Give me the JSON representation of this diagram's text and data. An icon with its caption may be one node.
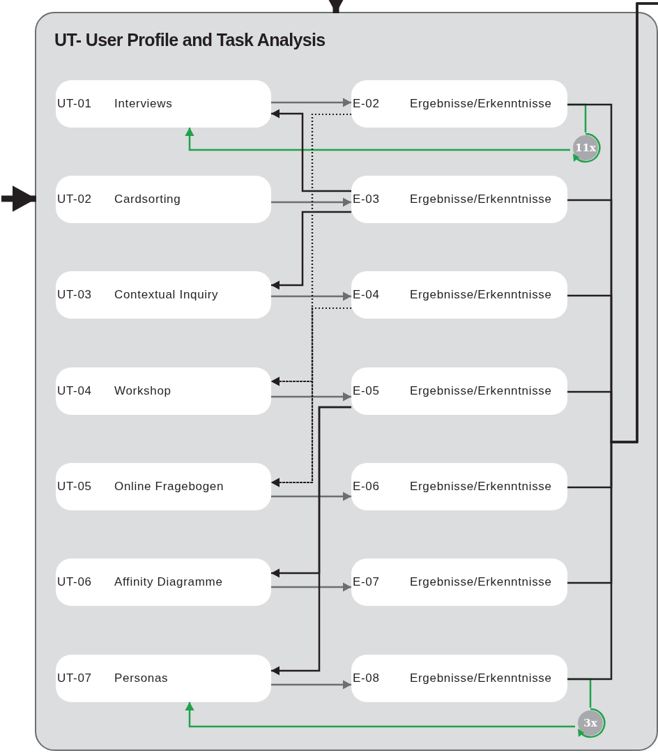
{
  "diagram": {
    "nodes": [
      {
        "text": [
          "UT- User Profile and Task Analysis"
        ]
      },
      {
        "text": [
          "UT-01",
          "Interviews"
        ],
        "in": 0
      },
      {
        "text": [
          "UT-02",
          "Cardsorting"
        ],
        "in": 0
      },
      {
        "text": [
          "UT-03",
          "Contextual Inquiry"
        ],
        "in": 0
      },
      {
        "text": [
          "UT-04",
          "Workshop"
        ],
        "in": 0
      },
      {
        "text": [
          "UT-05",
          "Online Fragebogen"
        ],
        "in": 0
      },
      {
        "text": [
          "UT-06",
          "Affinity Diagramme"
        ],
        "in": 0
      },
      {
        "text": [
          "UT-07",
          "Personas"
        ],
        "in": 0
      },
      {
        "text": [
          "E-02",
          "Ergebnisse/Erkenntnisse"
        ],
        "in": 0
      },
      {
        "text": [
          "E-03",
          "Ergebnisse/Erkenntnisse"
        ],
        "in": 0
      },
      {
        "text": [
          "E-04",
          "Ergebnisse/Erkenntnisse"
        ],
        "in": 0
      },
      {
        "text": [
          "E-05",
          "Ergebnisse/Erkenntnisse"
        ],
        "in": 0
      },
      {
        "text": [
          "E-06",
          "Ergebnisse/Erkenntnisse"
        ],
        "in": 0
      },
      {
        "text": [
          "E-07",
          "Ergebnisse/Erkenntnisse"
        ],
        "in": 0
      },
      {
        "text": [
          "E-08",
          "Ergebnisse/Erkenntnisse"
        ],
        "in": 0
      },
      {
        "text": [
          "11x"
        ],
        "in": 0
      },
      {
        "text": [
          "3x"
        ],
        "in": 0
      }
    ],
    "edges": [
      {
        "from": 1,
        "to": 8,
        "arrow": "to",
        "color": "#6d6e70"
      },
      {
        "from": 2,
        "to": 9,
        "arrow": "to",
        "color": "#6d6e70"
      },
      {
        "from": 3,
        "to": 10,
        "arrow": "to",
        "color": "#6d6e70"
      },
      {
        "from": 4,
        "to": 11,
        "arrow": "to",
        "color": "#6d6e70"
      },
      {
        "from": 5,
        "to": 12,
        "arrow": "to",
        "color": "#6d6e70"
      },
      {
        "from": 6,
        "to": 13,
        "arrow": "to",
        "color": "#6d6e70"
      },
      {
        "from": 7,
        "to": 14,
        "arrow": "to",
        "color": "#6d6e70"
      },
      {
        "from": 9,
        "to": 1,
        "arrow": "to"
      },
      {
        "from": 9,
        "to": 3,
        "arrow": "to"
      },
      {
        "from": 8,
        "to": 4,
        "arrow": "to",
        "style": "dashed"
      },
      {
        "from": 8,
        "to": 5,
        "arrow": "to",
        "style": "dashed"
      },
      {
        "from": 10,
        "to": 4,
        "arrow": "to",
        "style": "dashed"
      },
      {
        "from": 10,
        "to": 5,
        "arrow": "to",
        "style": "dashed"
      },
      {
        "from": 11,
        "to": 6,
        "arrow": "to"
      },
      {
        "from": 11,
        "to": 7,
        "arrow": "to"
      },
      {
        "from": 8,
        "to": null,
        "arrow": "none"
      },
      {
        "from": 9,
        "to": null,
        "arrow": "none"
      },
      {
        "from": 10,
        "to": null,
        "arrow": "none"
      },
      {
        "from": 11,
        "to": null,
        "arrow": "none"
      },
      {
        "from": 12,
        "to": null,
        "arrow": "none"
      },
      {
        "from": 13,
        "to": null,
        "arrow": "none"
      },
      {
        "from": 14,
        "to": null,
        "arrow": "none"
      },
      {
        "from": null,
        "to": 0,
        "arrow": "to",
        "style": "thick"
      },
      {
        "from": null,
        "to": 0,
        "arrow": "to",
        "style": "thick"
      },
      {
        "from": 8,
        "to": 15,
        "arrow": "none",
        "color": "#1fa34a"
      },
      {
        "from": 15,
        "to": 1,
        "arrow": "to",
        "color": "#1fa34a"
      },
      {
        "from": 14,
        "to": 16,
        "arrow": "none",
        "color": "#1fa34a"
      },
      {
        "from": 16,
        "to": 7,
        "arrow": "to",
        "color": "#1fa34a"
      }
    ]
  }
}
